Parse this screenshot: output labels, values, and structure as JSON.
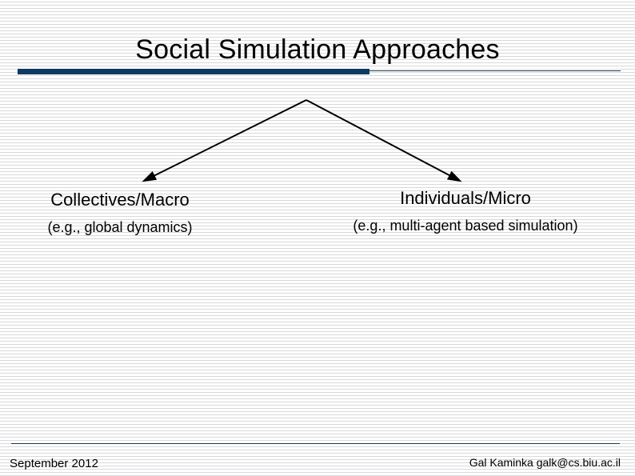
{
  "slide": {
    "title": "Social Simulation Approaches",
    "accent_color": "#0c3a63",
    "rule_color": "#1b3a4b",
    "background_color": "#ffffff"
  },
  "diagram": {
    "apex_label": "",
    "branches": [
      {
        "heading": "Collectives/Macro",
        "subtitle": "(e.g., global dynamics)"
      },
      {
        "heading": "Individuals/Micro",
        "subtitle": "(e.g., multi-agent based simulation)"
      }
    ]
  },
  "footer": {
    "date": "September 2012",
    "credit": "Gal Kaminka  galk@cs.biu.ac.il"
  }
}
